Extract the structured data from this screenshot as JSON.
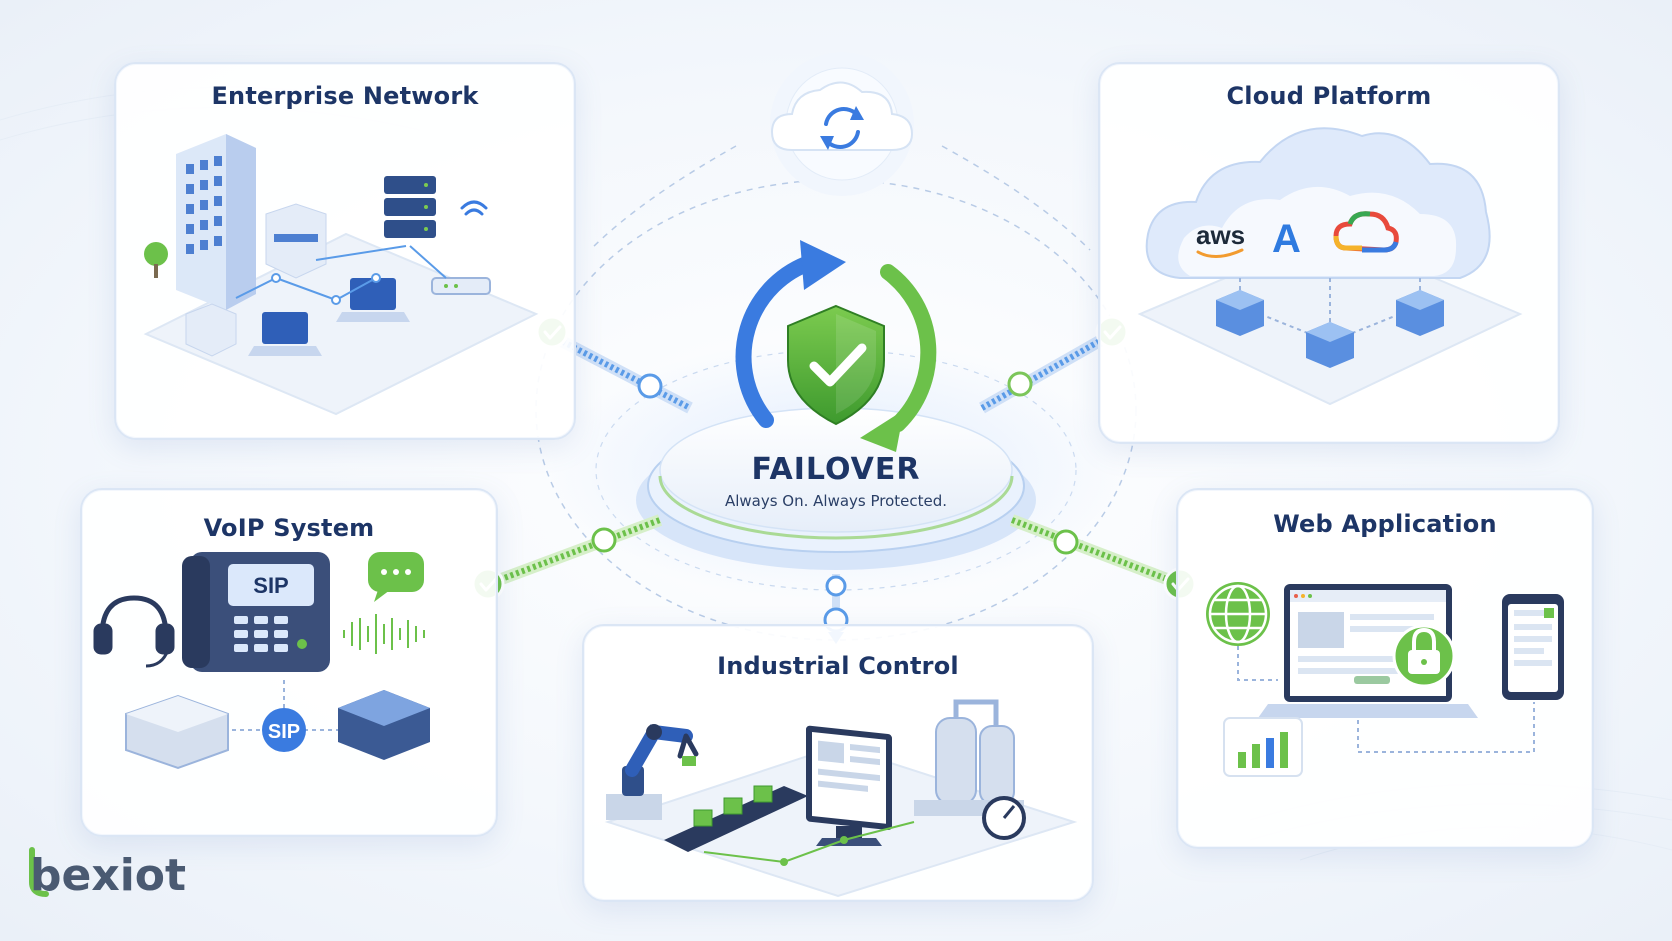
{
  "center": {
    "title": "FAILOVER",
    "subtitle": "Always On. Always Protected.",
    "icon": "shield-check-icon"
  },
  "panels": {
    "enterprise": {
      "title": "Enterprise Network"
    },
    "cloud": {
      "title": "Cloud Platform",
      "providers": [
        "aws",
        "A"
      ]
    },
    "voip": {
      "title": "VoIP System",
      "phone_label": "SIP",
      "node_label": "SIP"
    },
    "web": {
      "title": "Web Application"
    },
    "industrial": {
      "title": "Industrial Control"
    }
  },
  "logo": {
    "text": "bexiot"
  },
  "colors": {
    "navy": "#1d3566",
    "blue": "#3a7be0",
    "green": "#5bbf3a",
    "panel_border": "#dbe6f5"
  }
}
